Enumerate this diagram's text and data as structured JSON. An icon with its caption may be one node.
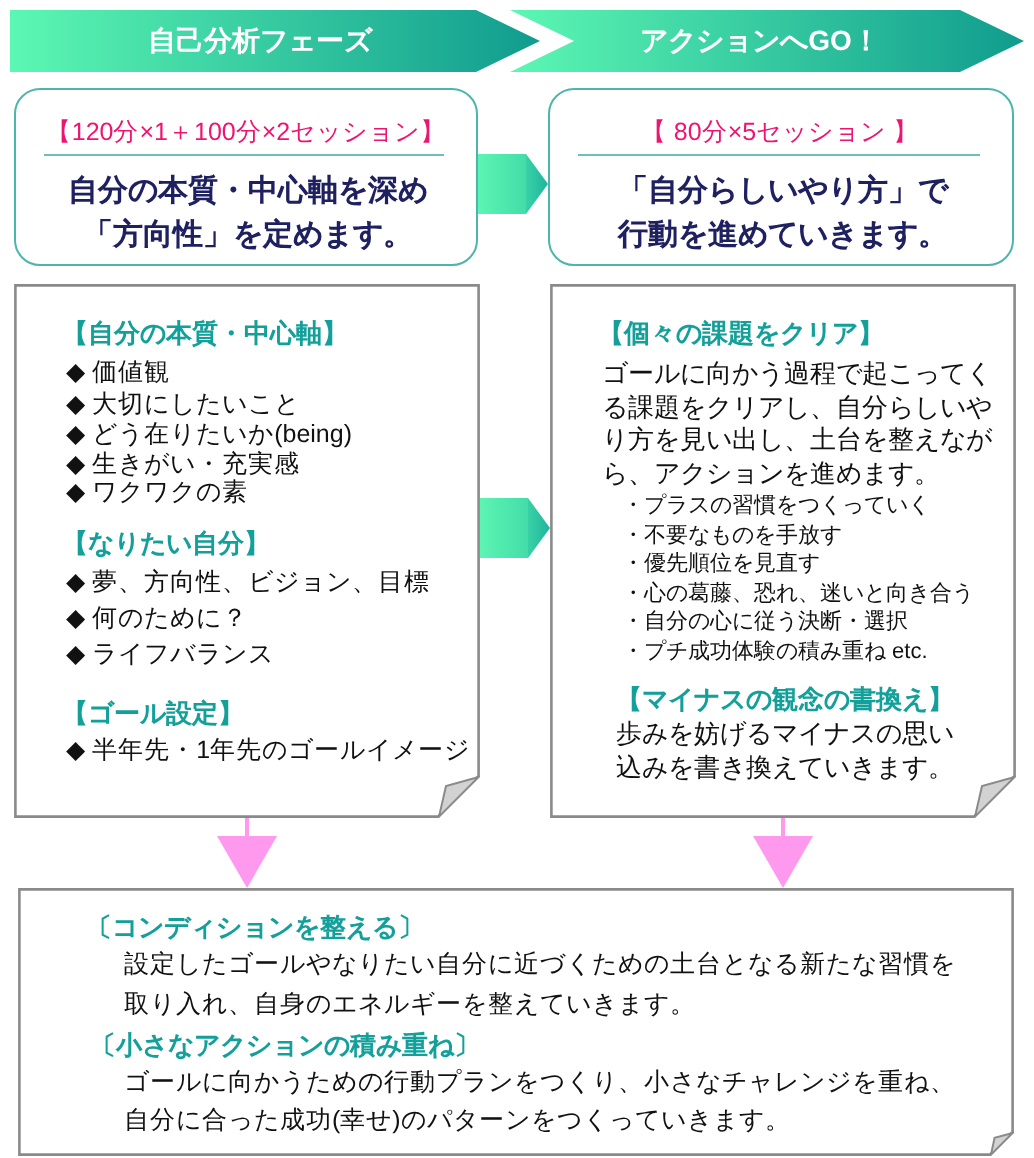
{
  "diagram": {
    "nodes": [
      {
        "text": [
          "自己分析フェーズ"
        ]
      },
      {
        "text": [
          "アクションへGO！"
        ]
      },
      {
        "text": [
          "【120分×1＋100分×2セッション】",
          "自分の本質・中心軸を深め「方向性」を定めます。"
        ]
      },
      {
        "text": [
          "【 80分×5セッション 】",
          "「自分らしいやり方」で行動を進めていきます。"
        ]
      },
      {
        "text": [
          "【自分の本質・中心軸】",
          "◆ 価値観",
          "◆ 大切にしたいこと",
          "◆ どう在りたいか(being)",
          "◆ 生きがい・充実感",
          "◆ ワクワクの素",
          "【なりたい自分】",
          "◆ 夢、方向性、ビジョン、目標",
          "◆ 何のために？",
          "◆ ライフバランス",
          "【ゴール設定】",
          "◆ 半年先・1年先のゴールイメージ"
        ]
      },
      {
        "text": [
          "【個々の課題をクリア】",
          "ゴールに向かう過程で起こってくる課題をクリアし、自分らしいやり方を見い出し、土台を整えながら、アクションを進めます。",
          "・プラスの習慣をつくっていく",
          "・不要なものを手放す",
          "・優先順位を見直す",
          "・心の葛藤、恐れ、迷いと向き合う",
          "・自分の心に従う決断・選択",
          "・プチ成功体験の積み重ね etc.",
          "【マイナスの観念の書換え】",
          "歩みを妨げるマイナスの思い込みを書き換えていきます。"
        ]
      },
      {
        "text": [
          "〔コンディションを整える〕",
          "設定したゴールやなりたい自分に近づくための土台となる新たな習慣を取り入れ、自身のエネルギーを整えていきます。",
          "〔小さなアクションの積み重ね〕",
          "ゴールに向かうための行動プランをつくり、小さなチャレンジを重ね、自分に合った成功(幸せ)のパターンをつくっていきます。"
        ]
      }
    ],
    "edges": [
      {
        "from": 2,
        "to": 3,
        "arrow": "to",
        "style": "thick"
      },
      {
        "from": 4,
        "to": 5,
        "arrow": "to",
        "style": "thick"
      },
      {
        "from": 4,
        "to": 6,
        "arrow": "to",
        "color": "#ff99ee"
      },
      {
        "from": 5,
        "to": 6,
        "arrow": "to",
        "color": "#ff99ee"
      }
    ]
  }
}
